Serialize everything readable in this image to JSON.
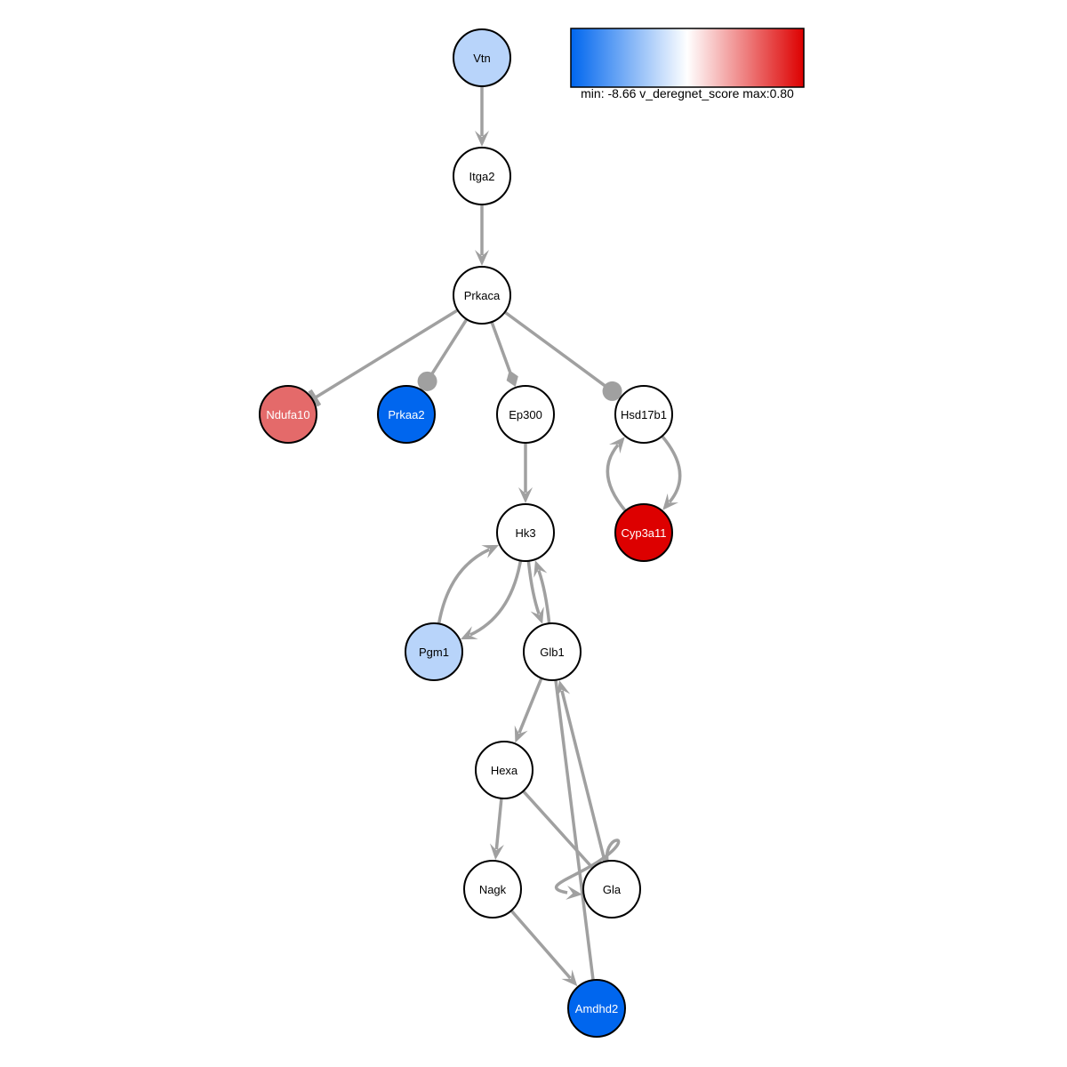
{
  "legend": {
    "min_label": "min: -8.66",
    "score_label": "v_deregnet_score",
    "max_label": "max:0.80",
    "color_low": "#0066ee",
    "color_mid": "#ffffff",
    "color_high": "#dd0000"
  },
  "style": {
    "edge_color": "#a0a0a0",
    "node_stroke": "#000000"
  },
  "nodes": [
    {
      "id": "Vtn",
      "label": "Vtn",
      "fill": "#b8d4fa",
      "text_color": "#000000"
    },
    {
      "id": "Itga2",
      "label": "Itga2",
      "fill": "#ffffff",
      "text_color": "#000000"
    },
    {
      "id": "Prkaca",
      "label": "Prkaca",
      "fill": "#ffffff",
      "text_color": "#000000"
    },
    {
      "id": "Ndufa10",
      "label": "Ndufa10",
      "fill": "#e46a6a",
      "text_color": "#ffffff"
    },
    {
      "id": "Prkaa2",
      "label": "Prkaa2",
      "fill": "#0066ee",
      "text_color": "#ffffff"
    },
    {
      "id": "Ep300",
      "label": "Ep300",
      "fill": "#ffffff",
      "text_color": "#000000"
    },
    {
      "id": "Hsd17b1",
      "label": "Hsd17b1",
      "fill": "#ffffff",
      "text_color": "#000000"
    },
    {
      "id": "Hk3",
      "label": "Hk3",
      "fill": "#ffffff",
      "text_color": "#000000"
    },
    {
      "id": "Cyp3a11",
      "label": "Cyp3a11",
      "fill": "#dd0000",
      "text_color": "#ffffff"
    },
    {
      "id": "Pgm1",
      "label": "Pgm1",
      "fill": "#b8d4fa",
      "text_color": "#000000"
    },
    {
      "id": "Glb1",
      "label": "Glb1",
      "fill": "#ffffff",
      "text_color": "#000000"
    },
    {
      "id": "Hexa",
      "label": "Hexa",
      "fill": "#ffffff",
      "text_color": "#000000"
    },
    {
      "id": "Nagk",
      "label": "Nagk",
      "fill": "#ffffff",
      "text_color": "#000000"
    },
    {
      "id": "Gla",
      "label": "Gla",
      "fill": "#ffffff",
      "text_color": "#000000"
    },
    {
      "id": "Amdhd2",
      "label": "Amdhd2",
      "fill": "#0066ee",
      "text_color": "#ffffff"
    }
  ],
  "edges": [
    {
      "source": "Vtn",
      "target": "Itga2",
      "head": "arrow"
    },
    {
      "source": "Itga2",
      "target": "Prkaca",
      "head": "arrow"
    },
    {
      "source": "Prkaca",
      "target": "Ndufa10",
      "head": "tee"
    },
    {
      "source": "Prkaca",
      "target": "Prkaa2",
      "head": "circle"
    },
    {
      "source": "Prkaca",
      "target": "Ep300",
      "head": "diamond"
    },
    {
      "source": "Prkaca",
      "target": "Hsd17b1",
      "head": "circle"
    },
    {
      "source": "Ep300",
      "target": "Hk3",
      "head": "arrow"
    },
    {
      "source": "Hsd17b1",
      "target": "Cyp3a11",
      "head": "arrow"
    },
    {
      "source": "Cyp3a11",
      "target": "Hsd17b1",
      "head": "arrow"
    },
    {
      "source": "Hk3",
      "target": "Pgm1",
      "head": "arrow"
    },
    {
      "source": "Pgm1",
      "target": "Hk3",
      "head": "arrow"
    },
    {
      "source": "Hk3",
      "target": "Glb1",
      "head": "arrow"
    },
    {
      "source": "Glb1",
      "target": "Hk3",
      "head": "arrow"
    },
    {
      "source": "Glb1",
      "target": "Hexa",
      "head": "arrow"
    },
    {
      "source": "Glb1",
      "target": "Amdhd2",
      "head": "none"
    },
    {
      "source": "Gla",
      "target": "Glb1",
      "head": "arrow"
    },
    {
      "source": "Hexa",
      "target": "Nagk",
      "head": "arrow"
    },
    {
      "source": "Hexa",
      "target": "Gla",
      "head": "none"
    },
    {
      "source": "Gla",
      "target": "Gla",
      "head": "arrow"
    },
    {
      "source": "Nagk",
      "target": "Amdhd2",
      "head": "arrow"
    }
  ]
}
